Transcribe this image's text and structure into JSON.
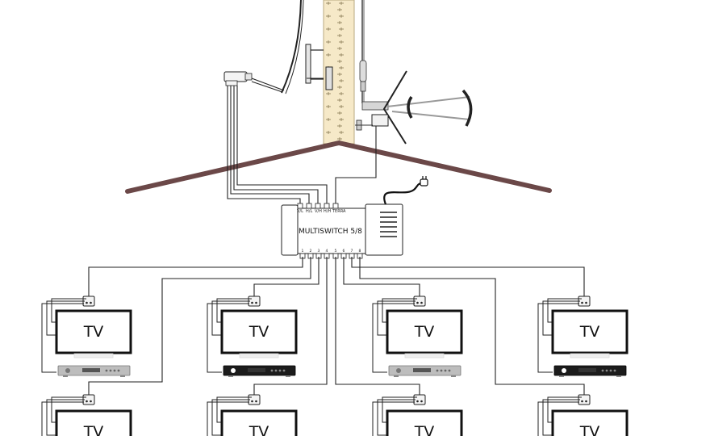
{
  "switch": {
    "label": "MULTISWITCH 5/8",
    "inputs": [
      "V/L",
      "H/L",
      "V/H",
      "H/H",
      "TERRA"
    ],
    "outputs": [
      "1",
      "2",
      "3",
      "4",
      "5",
      "6",
      "7",
      "8"
    ]
  },
  "tv": {
    "label": "TV"
  },
  "receivers": [
    "silver",
    "black",
    "silver",
    "black"
  ],
  "colors": {
    "roof": "#6b4848",
    "wall": "#f6e9c8",
    "cable": "#222222"
  }
}
